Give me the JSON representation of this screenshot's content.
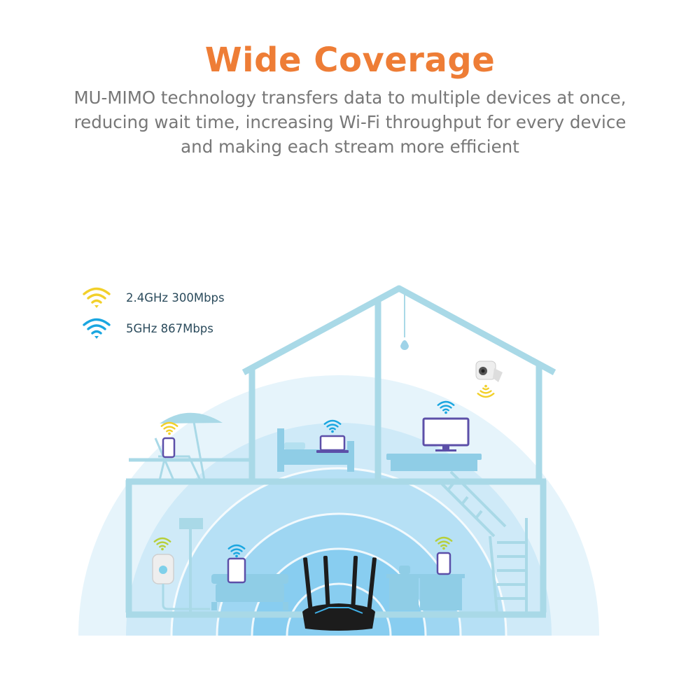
{
  "header": {
    "title": "Wide Coverage",
    "subtitle_lines": [
      "MU-MIMO technology transfers data to multiple devices at once,",
      "reducing wait time, increasing Wi-Fi throughput for every device",
      "and making each stream more efficient"
    ]
  },
  "legend": [
    {
      "label": "2.4GHz 300Mbps",
      "icon": "wifi-yellow-icon",
      "color": "#f2d02a"
    },
    {
      "label": "5GHz 867Mbps",
      "icon": "wifi-blue-icon",
      "color": "#1aa6e0"
    }
  ],
  "colors": {
    "title": "#ee7d36",
    "subtitle": "#777777",
    "house_outline": "#a9d9e7",
    "furniture": "#8fcde6",
    "coverage_outer": "#e4f3fb",
    "coverage_mid": "#c9e8f8",
    "coverage_inner": "#a3d8f3",
    "wifi_24": "#f2d02a",
    "wifi_5": "#1aa6e0",
    "device_purple": "#5c4fa8",
    "router": "#1c1c1c"
  },
  "scene_icons": [
    "router-icon",
    "laptop-icon",
    "tv-icon",
    "camera-icon",
    "tablet-icon",
    "phone-icon",
    "smart-plug-icon",
    "bed-icon",
    "sofa-icon",
    "umbrella-icon",
    "staircase-icon",
    "lamp-icon",
    "kitchen-icon"
  ]
}
